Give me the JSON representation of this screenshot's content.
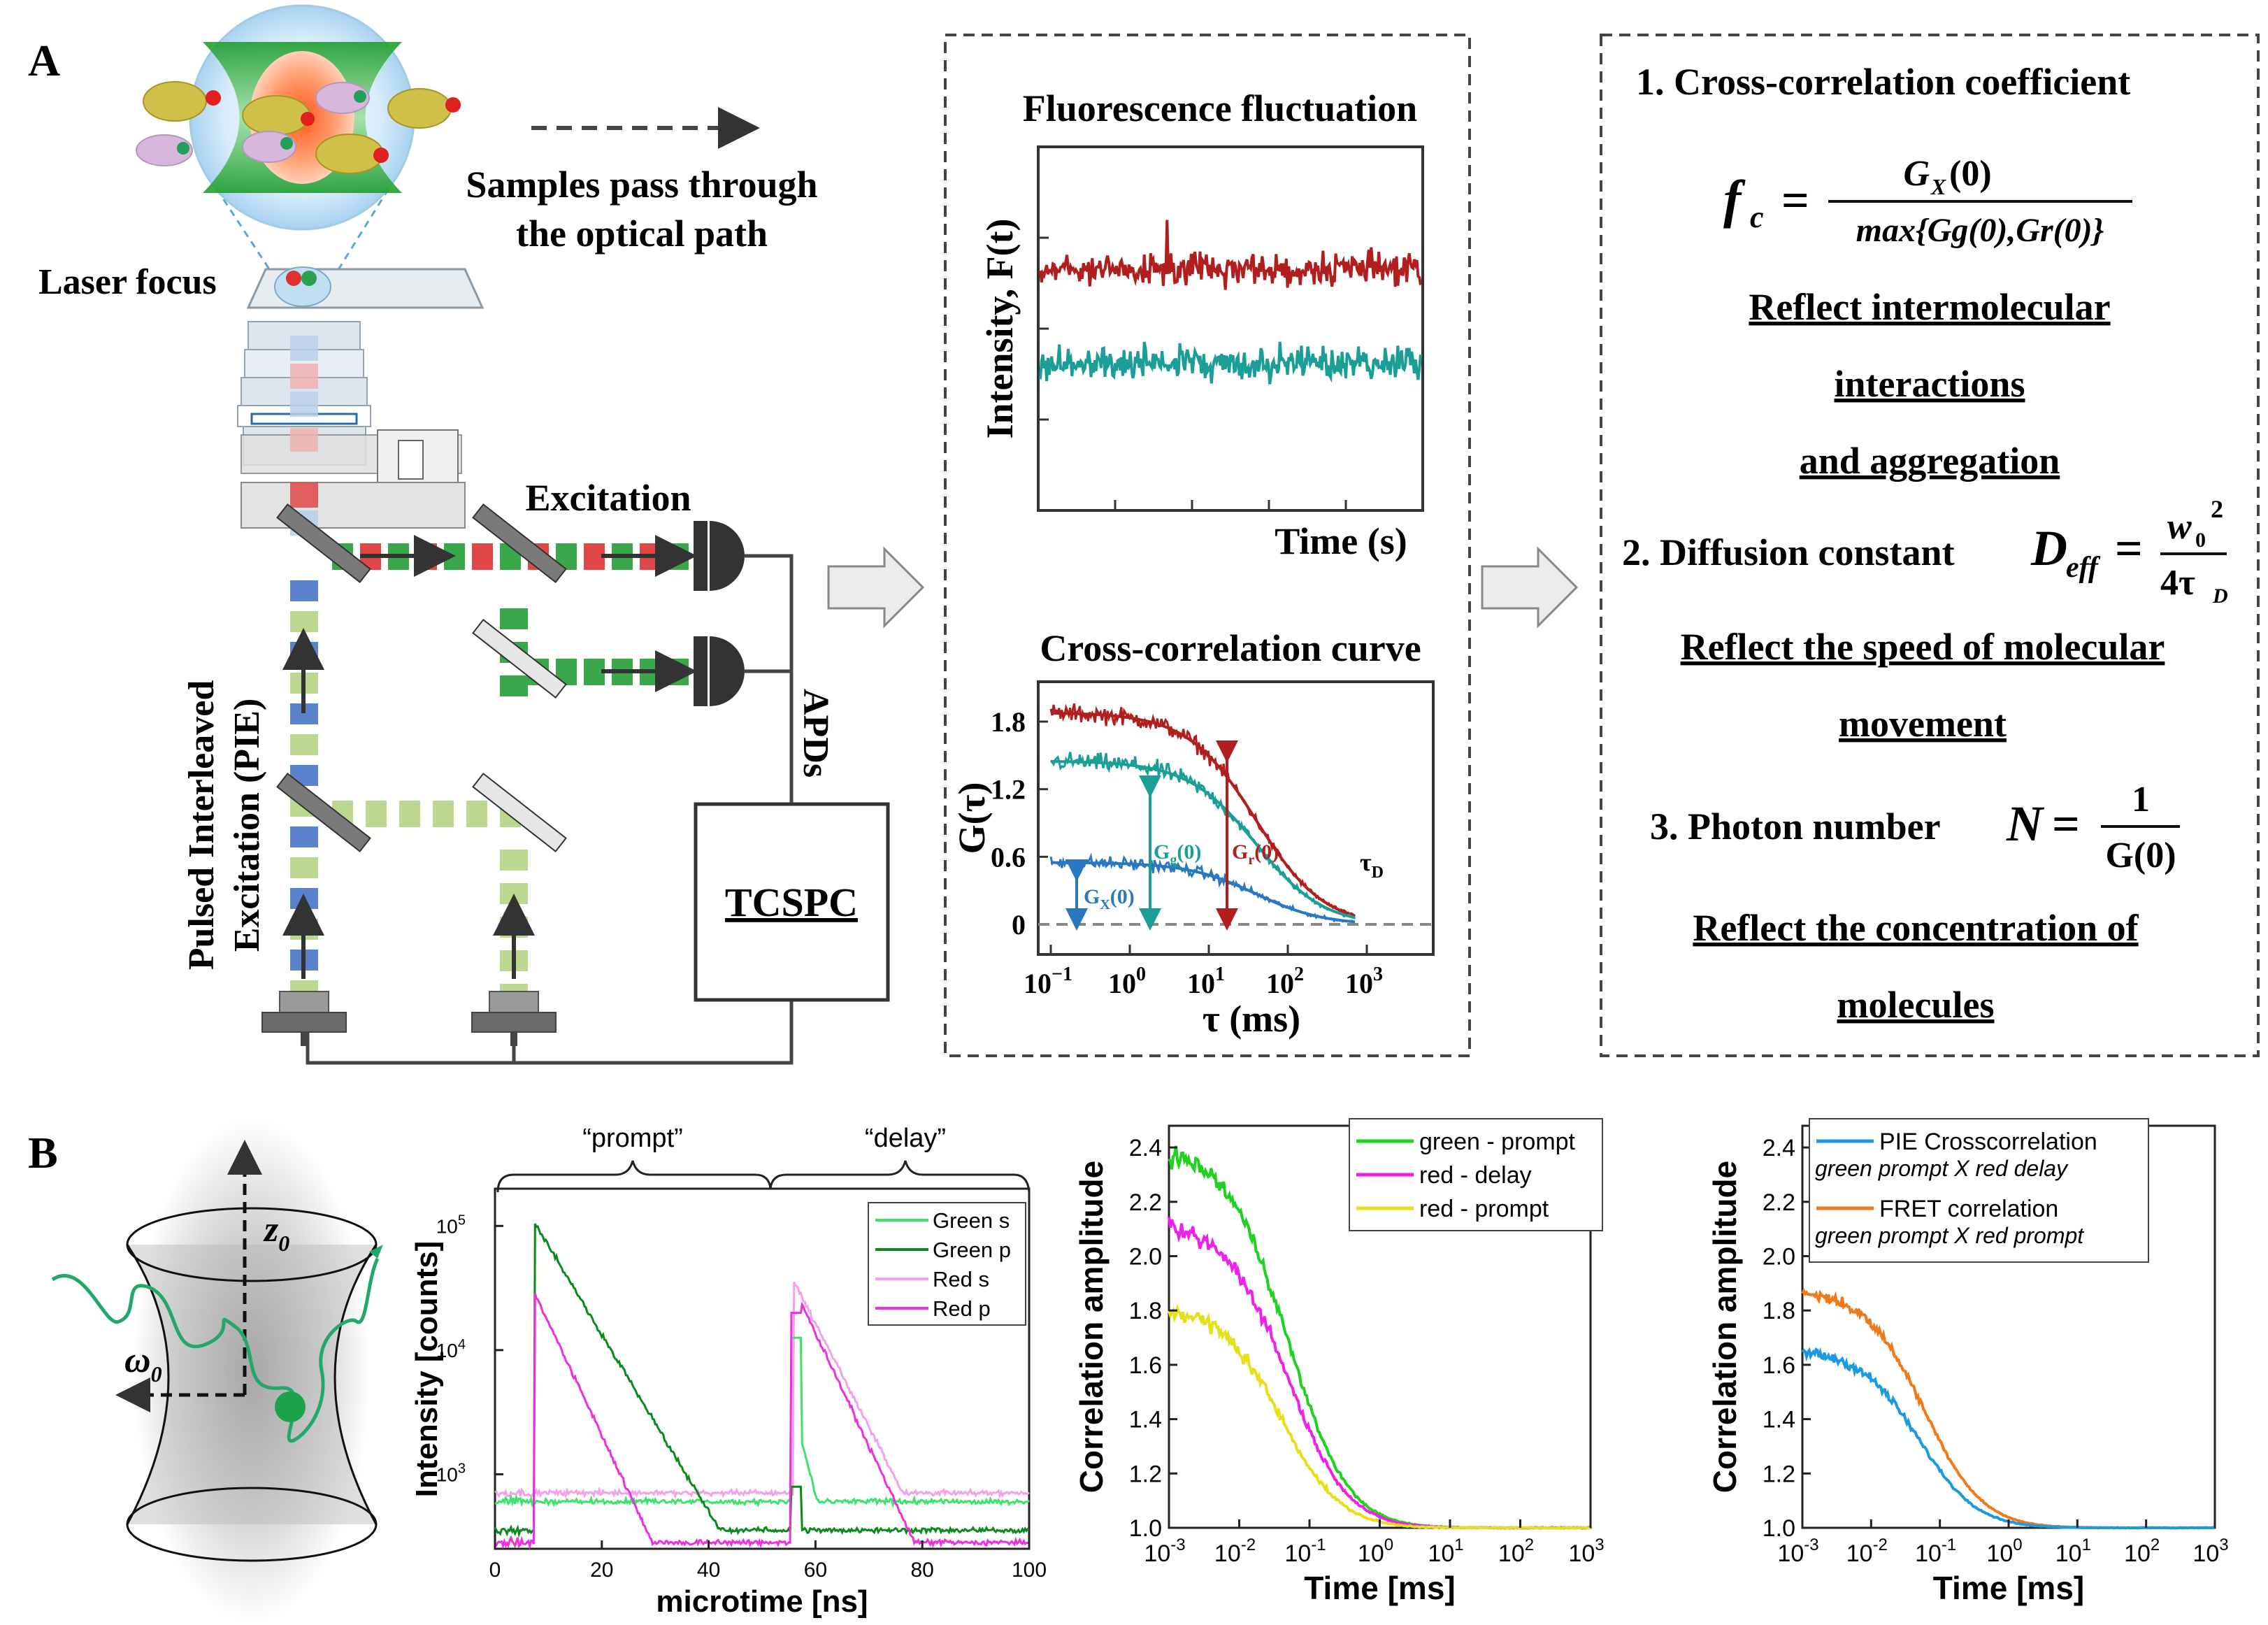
{
  "panelA": {
    "label": "A",
    "laser_focus": "Laser focus",
    "samples_line1": "Samples pass through",
    "samples_line2": "the optical path",
    "excitation": "Excitation",
    "pie_line1": "Pulsed Interleaved",
    "pie_line2": "Excitation (PIE)",
    "apds": "APDs",
    "tcspc": "TCSPC",
    "fluct_title": "Fluorescence fluctuation",
    "fluct_ylabel": "Intensity, F(t)",
    "fluct_xlabel": "Time (s)",
    "cc_title": "Cross-correlation curve",
    "cc_ylabel": "G(τ)",
    "cc_xlabel": "τ (ms)",
    "cc_yticks": [
      "1.8",
      "1.2",
      "0.6",
      "0"
    ],
    "cc_xticks": [
      {
        "base": "10",
        "exp": "−1"
      },
      {
        "base": "10",
        "exp": "0"
      },
      {
        "base": "10",
        "exp": "1"
      },
      {
        "base": "10",
        "exp": "2"
      },
      {
        "base": "10",
        "exp": "3"
      }
    ],
    "gx0": {
      "g": "G",
      "sub": "X",
      "rest": "(0)"
    },
    "gg0": {
      "g": "G",
      "sub": "g",
      "rest": "(0)"
    },
    "gr0": {
      "g": "G",
      "sub": "r",
      "rest": "(0)"
    },
    "tauD": {
      "t": "τ",
      "sub": "D"
    },
    "items": {
      "item1_title": "1.   Cross-correlation coefficient",
      "item1_reflect": [
        "Reflect intermolecular",
        "interactions",
        "and aggregation"
      ],
      "item2_title": "2. Diffusion constant",
      "item2_reflect": [
        "Reflect the speed of molecular",
        "movement"
      ],
      "item3_title": "3. Photon number",
      "item3_reflect": [
        "Reflect the concentration of",
        "molecules"
      ]
    },
    "formula_fc": {
      "lhs": "f",
      "lhs_sub": "c",
      "eq": "=",
      "num": "G",
      "num_sub": "X",
      "num_rest": "(0)",
      "den": "max{Gg(0),Gr(0)}"
    },
    "formula_d": {
      "lhs": "D",
      "lhs_sub": "eff",
      "eq": "=",
      "num": "w",
      "num_sub": "0",
      "num_sup": "2",
      "den": "4τ",
      "den_sub": "D"
    },
    "formula_n": {
      "lhs": "N",
      "eq": "=",
      "num": "1",
      "den": "G(0)"
    }
  },
  "panelB": {
    "label": "B",
    "z0": {
      "t": "z",
      "sub": "0"
    },
    "w0": {
      "t": "ω",
      "sub": "0"
    },
    "tcspc_plot": {
      "prompt": "“prompt”",
      "delay": "“delay”",
      "ylabel": "Intensity [counts]",
      "xlabel": "microtime [ns]",
      "xticks": [
        "0",
        "20",
        "40",
        "60",
        "80",
        "100"
      ],
      "yticks": [
        {
          "b": "10",
          "e": "5"
        },
        {
          "b": "10",
          "e": "4"
        },
        {
          "b": "10",
          "e": "3"
        }
      ],
      "legend": [
        {
          "name": "Green s",
          "color": "#3ee26a"
        },
        {
          "name": "Green p",
          "color": "#0b8a1c"
        },
        {
          "name": "Red s",
          "color": "#f4a0ea"
        },
        {
          "name": "Red p",
          "color": "#ee2fe0"
        }
      ]
    },
    "corr_plot1": {
      "ylabel": "Correlation amplitude",
      "xlabel": "Time [ms]",
      "yticks": [
        "2.4",
        "2.2",
        "2.0",
        "1.8",
        "1.6",
        "1.4",
        "1.2",
        "1.0"
      ],
      "xticks": [
        {
          "b": "10",
          "e": "-3"
        },
        {
          "b": "10",
          "e": "-2"
        },
        {
          "b": "10",
          "e": "-1"
        },
        {
          "b": "10",
          "e": "0"
        },
        {
          "b": "10",
          "e": "1"
        },
        {
          "b": "10",
          "e": "2"
        },
        {
          "b": "10",
          "e": "3"
        }
      ],
      "legend": [
        {
          "name": "green - prompt",
          "color": "#1ed21e"
        },
        {
          "name": "red - delay",
          "color": "#f020e8"
        },
        {
          "name": "red - prompt",
          "color": "#e6e01a"
        }
      ]
    },
    "corr_plot2": {
      "ylabel": "Correlation amplitude",
      "xlabel": "Time [ms]",
      "yticks": [
        "2.4",
        "2.2",
        "2.0",
        "1.8",
        "1.6",
        "1.4",
        "1.2",
        "1.0"
      ],
      "xticks": [
        {
          "b": "10",
          "e": "-3"
        },
        {
          "b": "10",
          "e": "-2"
        },
        {
          "b": "10",
          "e": "-1"
        },
        {
          "b": "10",
          "e": "0"
        },
        {
          "b": "10",
          "e": "1"
        },
        {
          "b": "10",
          "e": "2"
        },
        {
          "b": "10",
          "e": "3"
        }
      ],
      "legend": [
        {
          "name": "PIE Crosscorrelation",
          "color": "#1a9ae0",
          "sub": "green prompt X red delay"
        },
        {
          "name": "FRET correlation",
          "color": "#f07a1a",
          "sub": "green prompt X red prompt"
        }
      ]
    }
  },
  "colors": {
    "dark_red": "#b01e1e",
    "teal": "#1a9e96",
    "blue": "#2a78c0",
    "laser_red": "#e04848",
    "laser_green": "#3aa84a",
    "laser_lightgreen": "#bcd890",
    "laser_blue": "#5a82cc"
  }
}
